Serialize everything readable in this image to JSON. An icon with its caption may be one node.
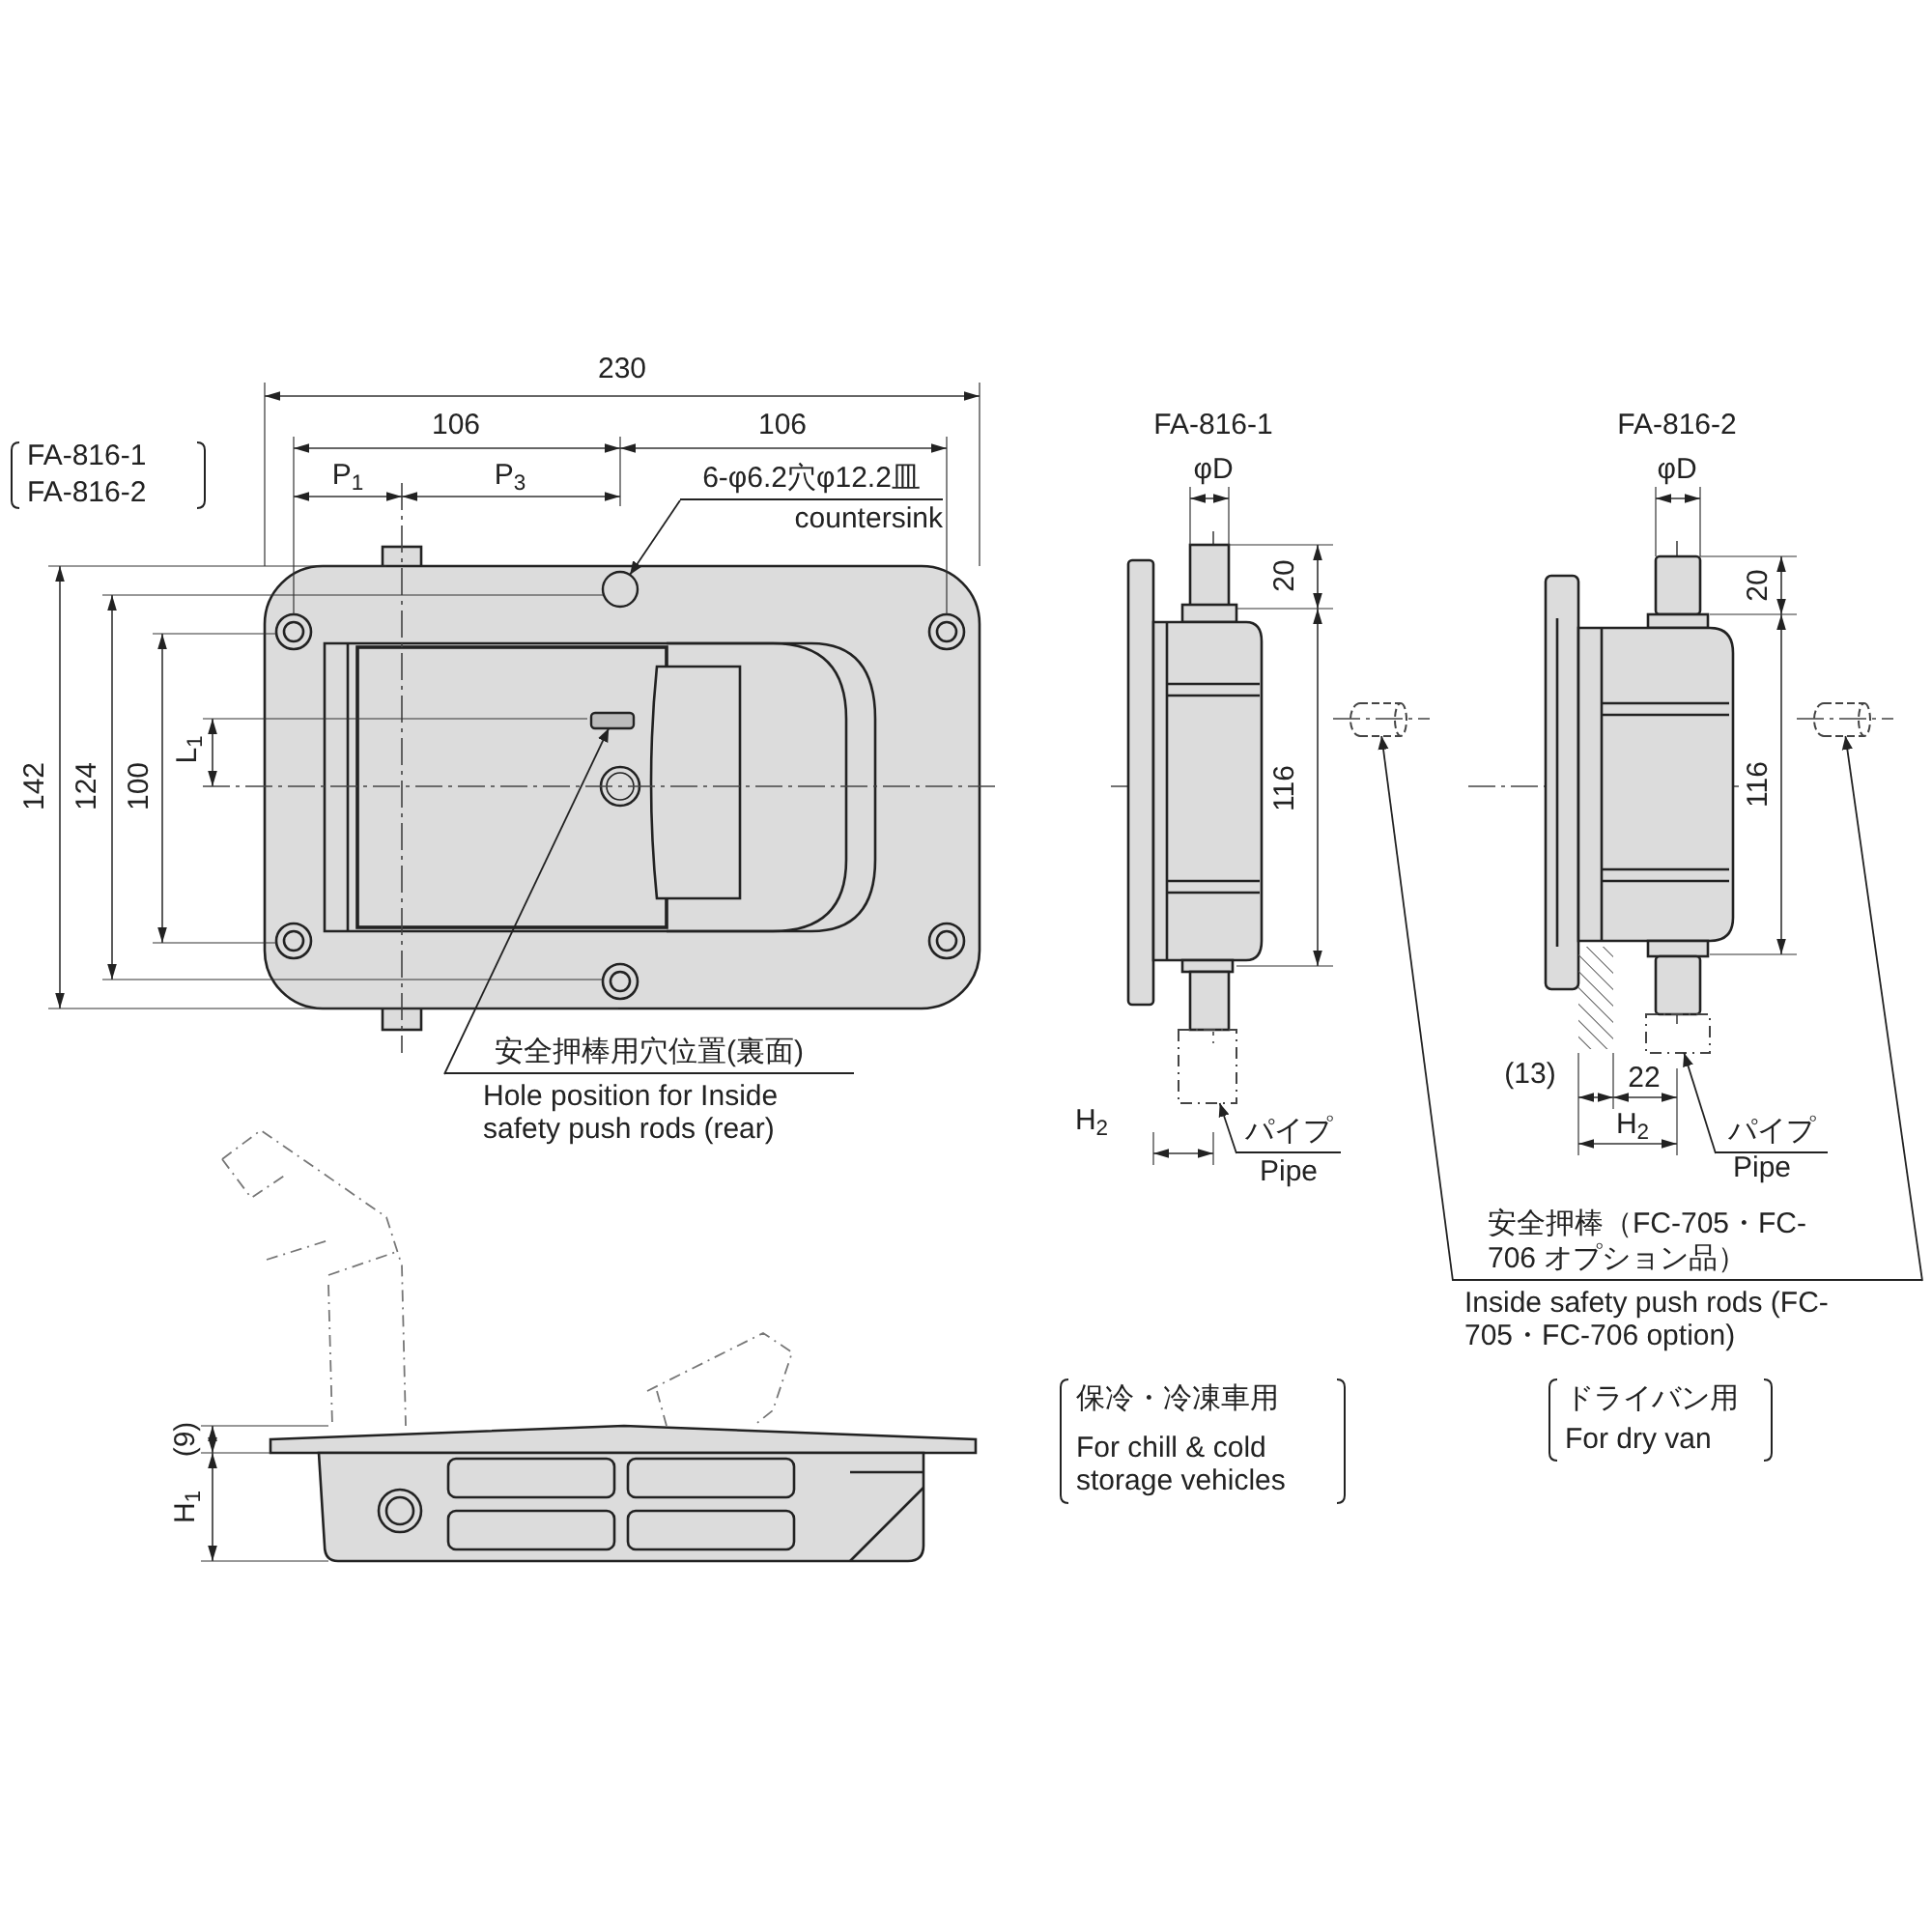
{
  "diagram": {
    "nodes": [
      {
        "text": [
          "6-φ6.2穴φ12.2皿"
        ],
        "beside": [
          "countersink"
        ]
      },
      {
        "text": [],
        "shape": "circle"
      },
      {
        "text": [
          "安全押棒用穴位置(裏面)"
        ],
        "beside": [
          "Hole position for Inside safety push rods (rear)"
        ]
      },
      {
        "text": [],
        "shape": "box"
      },
      {
        "text": [
          "パイプ"
        ],
        "beside": [
          "Pipe"
        ]
      },
      {
        "text": [],
        "shape": "bar"
      },
      {
        "text": [
          "パイプ"
        ],
        "beside": [
          "Pipe"
        ]
      },
      {
        "text": [],
        "shape": "bar"
      },
      {
        "text": [
          "安全押棒（FC-705・FC-706 オプション品）"
        ],
        "beside": [
          "Inside safety push rods (FC-705・FC-706 option)"
        ]
      },
      {
        "text": [],
        "shape": "cylinder"
      },
      {
        "text": [],
        "shape": "cylinder"
      }
    ],
    "edges": [
      {
        "from": 0,
        "to": 1,
        "arrow": "to"
      },
      {
        "from": 2,
        "to": 3,
        "arrow": "to"
      },
      {
        "from": 4,
        "to": 5,
        "arrow": "to"
      },
      {
        "from": 6,
        "to": 7,
        "arrow": "to"
      },
      {
        "from": 8,
        "to": 9,
        "arrow": "to"
      },
      {
        "from": 8,
        "to": 10,
        "arrow": "to"
      }
    ],
    "labels": [
      "230",
      "106",
      "106",
      "P$_{1}$",
      "P$_{3}$",
      "FA-816-1",
      "FA-816-2",
      "142",
      "124",
      "100",
      "L$_{1}$",
      "FA-816-1",
      "φD",
      "20",
      "116",
      "H$_{2}$",
      "FA-816-2",
      "φD",
      "20",
      "116",
      "(13)",
      "22",
      "H$_{2}$",
      "(9)",
      "H$_{1}$",
      "保冷・冷凍車用",
      "For chill & cold storage vehicles",
      "ドライバン用",
      "For dry van"
    ]
  }
}
